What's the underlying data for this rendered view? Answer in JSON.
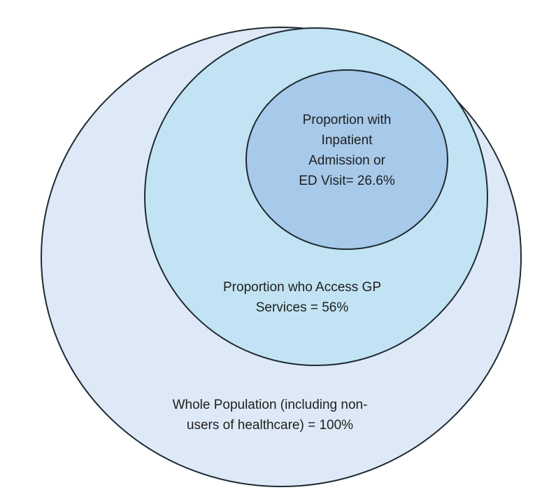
{
  "diagram": {
    "colors": {
      "outline": "#1e2a32",
      "outer_fill": "#dde9f6",
      "middle_fill": "#c2e3f3",
      "inner_fill": "#a7c9ea"
    },
    "whole_population": {
      "line1": "Whole Population (including non-",
      "line2": "users of healthcare) = 100%"
    },
    "gp_services": {
      "line1": "Proportion who Access GP",
      "line2": "Services = 56%"
    },
    "inpatient_ed": {
      "line1": "Proportion with",
      "line2": "Inpatient",
      "line3": "Admission or",
      "line4": "ED Visit= 26.6%"
    }
  }
}
